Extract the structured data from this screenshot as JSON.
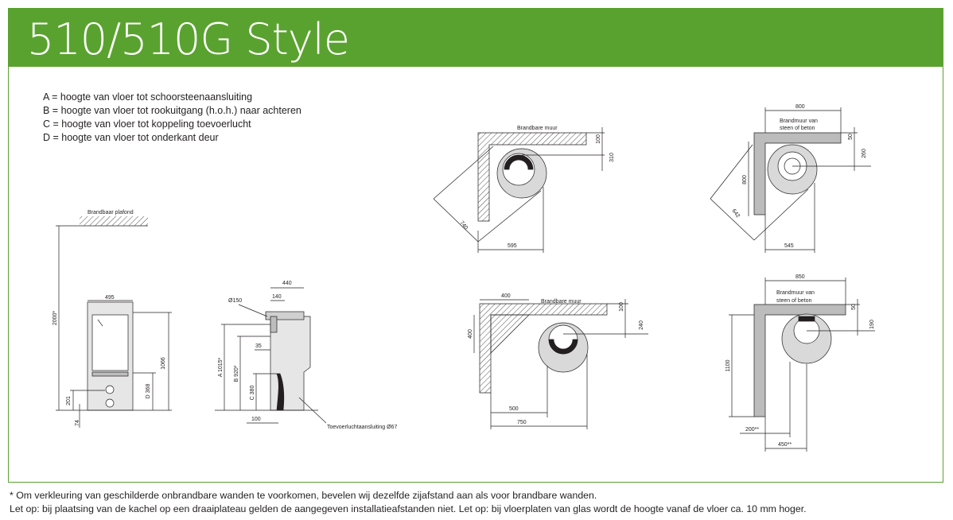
{
  "header": {
    "title": "510/510G Style"
  },
  "legend": [
    "A = hoogte van vloer tot schoorsteenaansluiting",
    "B = hoogte van vloer tot rookuitgang (h.o.h.) naar achteren",
    "C = hoogte van vloer tot koppeling toevoerlucht",
    "D = hoogte van vloer tot onderkant deur"
  ],
  "front": {
    "ceiling_label": "Brandbaar plafond",
    "dim_2000": "2000*",
    "dim_495": "495",
    "dim_1066": "1066",
    "dim_368": "D 368",
    "dim_201": "201",
    "dim_74": "74"
  },
  "side": {
    "dim_440": "440",
    "dim_140": "140",
    "dim_150": "Ø150",
    "dim_35": "35",
    "dim_A": "A 1015*",
    "dim_B": "B 920*",
    "dim_C": "C 380",
    "dim_100": "100",
    "air_label": "Toevoerluchtaansluiting Ø67"
  },
  "diagram1": {
    "wall_label": "Brandbare muur",
    "dim_100": "100",
    "dim_310": "310",
    "dim_740": "740",
    "dim_595": "595"
  },
  "diagram2": {
    "dim_800": "800",
    "wall_label_1": "Brandmuur van",
    "wall_label_2": "steen of beton",
    "dim_50": "50",
    "dim_260": "260",
    "dim_800v": "800",
    "dim_642": "642",
    "dim_545": "545"
  },
  "diagram3": {
    "dim_400": "400",
    "wall_label": "Brandbare muur",
    "dim_100": "100",
    "dim_240": "240",
    "dim_400v": "400",
    "dim_500": "500",
    "dim_750": "750"
  },
  "diagram4": {
    "dim_850": "850",
    "wall_label_1": "Brandmuur van",
    "wall_label_2": "steen of beton",
    "dim_50": "50",
    "dim_190": "190",
    "dim_1100": "1100",
    "dim_200": "200**",
    "dim_450": "450**"
  },
  "footnotes": {
    "line1": "* Om verkleuring van geschilderde onbrandbare wanden te voorkomen, bevelen wij dezelfde zijafstand aan als voor brandbare wanden.",
    "line2": "Let op: bij plaatsing van de kachel op een draaiplateau gelden de aangegeven installatieafstanden niet.   Let op: bij vloerplaten van glas wordt de hoogte vanaf de vloer ca. 10 mm hoger."
  },
  "colors": {
    "brand_green": "#5aa22f",
    "stove_grey": "#d9d9d9",
    "wall_grey": "#bcbcbc"
  }
}
